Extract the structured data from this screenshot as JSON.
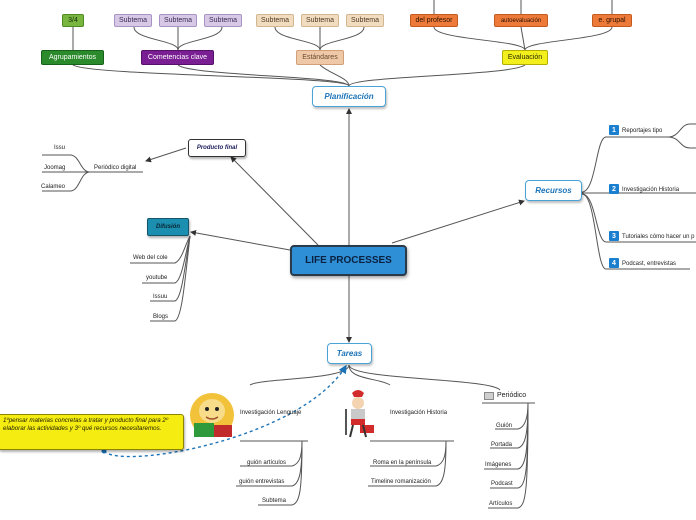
{
  "central": {
    "label": "LIFE PROCESSES"
  },
  "planificacion": {
    "label": "Planificación",
    "groups": {
      "agrupamientos": {
        "label": "Agrupamientos",
        "subtopics": [
          "3/4"
        ]
      },
      "competencias": {
        "label": "Cometencias clave",
        "subtopics": [
          "Subtema",
          "Subtema",
          "Subtema"
        ]
      },
      "estandares": {
        "label": "Estándares",
        "subtopics": [
          "Subtema",
          "Subtema",
          "Subtema"
        ]
      },
      "evaluacion": {
        "label": "Evaluación",
        "subtopics": [
          "del profesor",
          "autoevaluación",
          "e. grupal"
        ]
      }
    }
  },
  "producto_final": {
    "label": "Producto final",
    "periodico_label": "Periódico digital",
    "items": [
      "Issu",
      "Joomag",
      "Calameo"
    ]
  },
  "difusion": {
    "label": "Difusión",
    "items": [
      "Web del cole",
      "youtube",
      "Issuu",
      "Blogs"
    ]
  },
  "recursos": {
    "label": "Recursos",
    "items": [
      {
        "num": "1",
        "label": "Reportajes tipo"
      },
      {
        "num": "2",
        "label": "Investigación Historia"
      },
      {
        "num": "3",
        "label": "Tutoriales cómo hacer un p"
      },
      {
        "num": "4",
        "label": "Podcast, entrevistas"
      }
    ]
  },
  "tareas": {
    "label": "Tareas",
    "lenguaje": {
      "label": "Investigación Lenguaje",
      "items": [
        "guión artículos",
        "guión entrevistas",
        "Subtema"
      ]
    },
    "historia": {
      "label": "Investigación Historia",
      "items": [
        "Roma en la península",
        "Timeline romanización"
      ]
    },
    "periodico": {
      "label": "Periódico",
      "items": [
        "Guión",
        "Portada",
        "Imágenes",
        "Podcast",
        "Artículos"
      ]
    }
  },
  "note": {
    "text": "1ºpensar materias concretas a tratar y producto final para 2º elaborar las actividades y 3º qué recursos necesitaremos."
  },
  "colors": {
    "central_fill": "#2e8fd6",
    "topic_border": "#4aa3d6",
    "topic_text": "#1b73b8",
    "agrupamientos": "#2a8a2c",
    "competencias": "#7a1f93",
    "estandares": "#efc8a8",
    "evaluacion": "#f2ef1c",
    "note_fill": "#f5ec12"
  }
}
